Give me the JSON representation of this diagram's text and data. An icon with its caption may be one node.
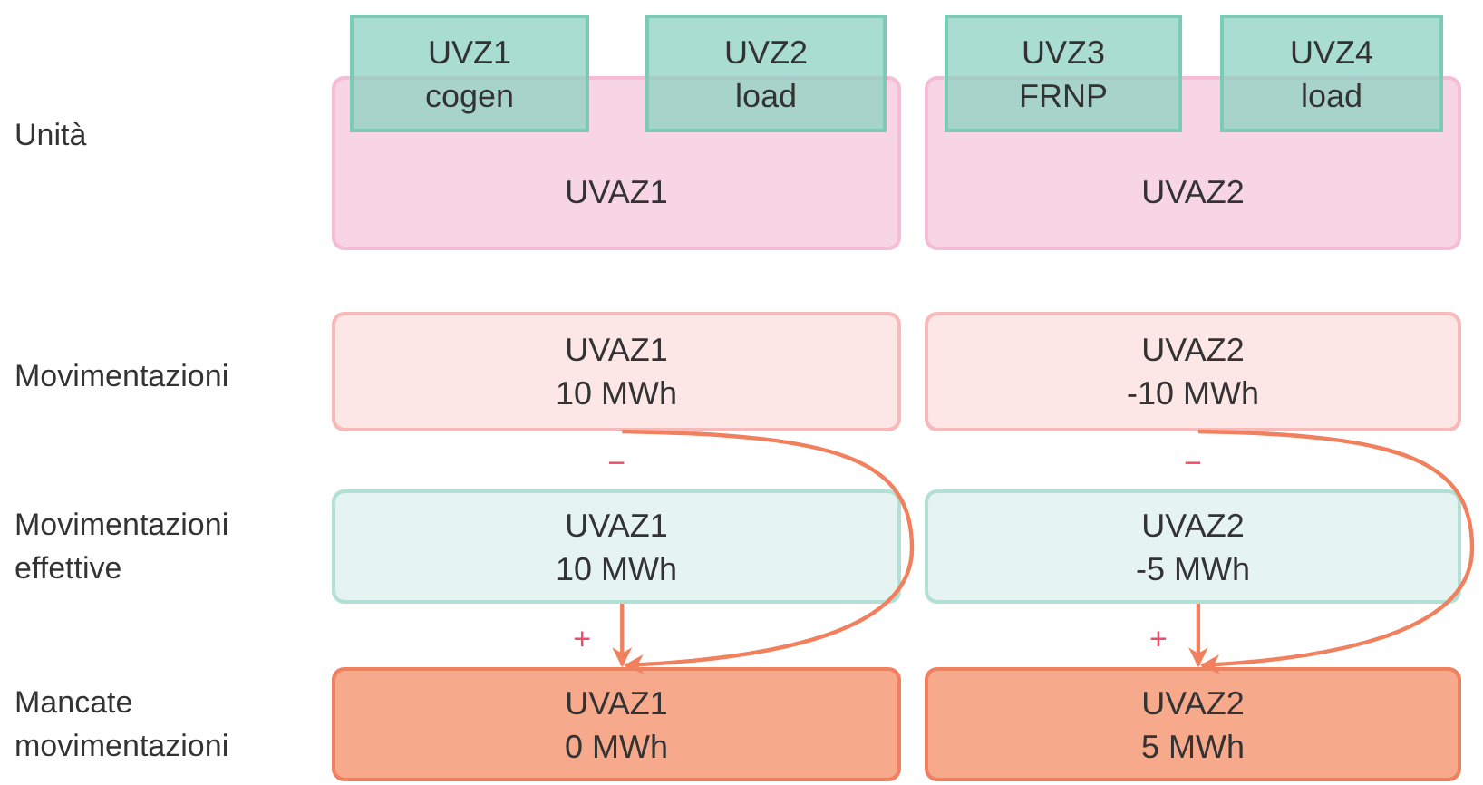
{
  "diagram": {
    "nodes": [
      {
        "text": [
          "UVAZ1"
        ]
      },
      {
        "text": [
          "UVZ1",
          "cogen"
        ]
      },
      {
        "text": [
          "UVZ2",
          "load"
        ]
      },
      {
        "text": [
          "UVAZ2"
        ]
      },
      {
        "text": [
          "UVZ3",
          "FRNP"
        ]
      },
      {
        "text": [
          "UVZ4",
          "load"
        ]
      },
      {
        "text": [
          "UVAZ1",
          "10 MWh"
        ]
      },
      {
        "text": [
          "UVAZ2",
          "-10 MWh"
        ]
      },
      {
        "text": [
          "UVAZ1",
          "10 MWh"
        ]
      },
      {
        "text": [
          "UVAZ2",
          "-5 MWh"
        ]
      },
      {
        "text": [
          "UVAZ1",
          "0 MWh"
        ]
      },
      {
        "text": [
          "UVAZ2",
          "5 MWh"
        ]
      }
    ],
    "edges": [
      {
        "from": 6,
        "to": 10,
        "arrow": "to",
        "label": "−"
      },
      {
        "from": 8,
        "to": 10,
        "arrow": "to",
        "label": "+"
      },
      {
        "from": 7,
        "to": 11,
        "arrow": "to",
        "label": "−"
      },
      {
        "from": 9,
        "to": 11,
        "arrow": "to",
        "label": "+"
      }
    ],
    "labels": [
      "Unità",
      "Movimentazioni",
      "Movimentazioni effettive",
      "Mancate movimentazioni"
    ]
  }
}
